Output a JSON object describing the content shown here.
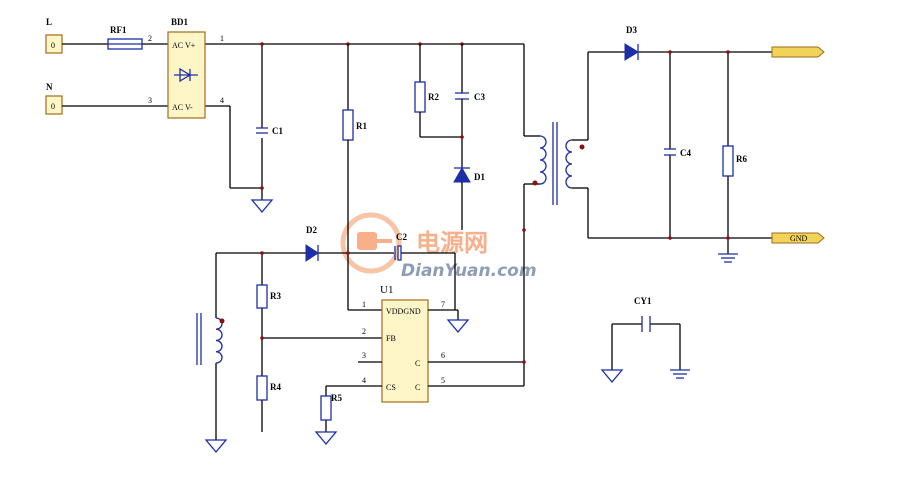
{
  "connectors": {
    "L": "L",
    "N": "N",
    "L_value": "0",
    "N_value": "0",
    "out_gnd": "GND"
  },
  "components": {
    "RF1": "RF1",
    "BD1": "BD1",
    "C1": "C1",
    "R1": "R1",
    "R2": "R2",
    "C3": "C3",
    "D1": "D1",
    "D2": "D2",
    "C2": "C2",
    "D3": "D3",
    "C4": "C4",
    "R6": "R6",
    "R3": "R3",
    "R4": "R4",
    "R5": "R5",
    "U1": "U1",
    "CY1": "CY1"
  },
  "bridge": {
    "ac_plus": "AC V+",
    "ac_minus": "AC V-",
    "pin1": "1",
    "pin2": "2",
    "pin3": "3",
    "pin4": "4"
  },
  "ic": {
    "vdd_gnd": "VDDGND",
    "fb": "FB",
    "c6": "C",
    "cs": "CS",
    "c5": "C",
    "pin1": "1",
    "pin2": "2",
    "pin3": "3",
    "pin4": "4",
    "pin5": "5",
    "pin6": "6",
    "pin7": "7"
  },
  "watermark": {
    "cn": "电源网",
    "en": "DianYuan.com"
  }
}
